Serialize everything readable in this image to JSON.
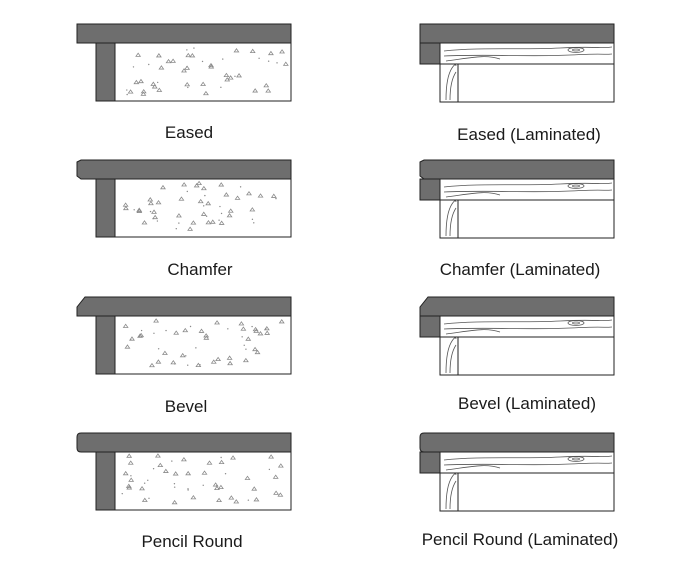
{
  "colors": {
    "slab": "#6e6e6e",
    "outline": "#222222",
    "wood_line": "#555555",
    "speckle": "#8a8a8a",
    "background": "#ffffff"
  },
  "edges": [
    {
      "id": "eased",
      "profile": "eased",
      "label": "Eased",
      "laminated_label": "Eased (Laminated)"
    },
    {
      "id": "chamfer",
      "profile": "chamfer",
      "label": "Chamfer",
      "laminated_label": "Chamfer (Laminated)"
    },
    {
      "id": "bevel",
      "profile": "bevel",
      "label": "Bevel",
      "laminated_label": "Bevel (Laminated)"
    },
    {
      "id": "pencil-round",
      "profile": "pencil",
      "label": "Pencil Round",
      "laminated_label": "Pencil Round (Laminated)"
    }
  ]
}
